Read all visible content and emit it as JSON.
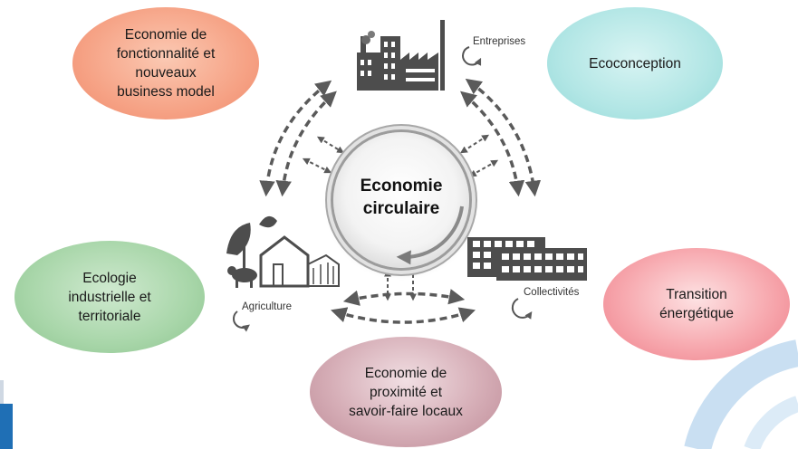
{
  "center": {
    "label": "Economie\ncirculaire"
  },
  "actors": {
    "entreprises": "Entreprises",
    "agriculture": "Agriculture",
    "collectivites": "Collectivités"
  },
  "pillars": {
    "economie_fonctionnalite": "Economie de\nfonctionnalité et\nnouveaux\nbusiness model",
    "ecoconception": "Ecoconception",
    "ecologie_industrielle": "Ecologie\nindustrielle et\nterritoriale",
    "transition_energetique": "Transition\nénergétique",
    "economie_proximite": "Economie de\nproximité et\nsavoir-faire locaux"
  },
  "colors": {
    "salmon": "#f6a386",
    "teal": "#b2e6e5",
    "green": "#a8d6a9",
    "pink": "#f7a9af",
    "mauve": "#d6aeb7",
    "arrow_grey": "#5a5a5a",
    "icon_grey": "#4d4d4d"
  }
}
